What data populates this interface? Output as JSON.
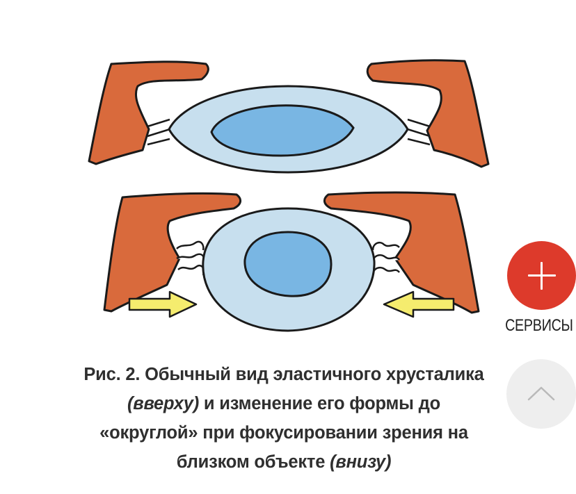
{
  "figure": {
    "caption_part1": "Рис. 2. Обычный вид эластичного хрусталика ",
    "caption_em1": "(вверху)",
    "caption_part2": " и изменение его формы до «округлой» при фокусировании зрения на близком объекте ",
    "caption_em2": "(внизу)"
  },
  "services": {
    "label": "СЕРВИСЫ",
    "icon": "plus-icon",
    "color": "#dd3a2b"
  },
  "scroll_top": {
    "icon": "chevron-up-icon",
    "color": "#eeeeee"
  },
  "colors": {
    "muscle": "#d96a3c",
    "lens_outer": "#c7dfee",
    "lens_inner": "#79b6e3",
    "arrow": "#f5ec6e",
    "outline": "#1a1a1a"
  }
}
